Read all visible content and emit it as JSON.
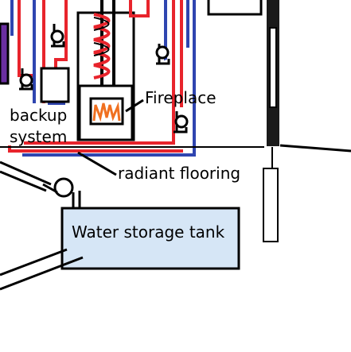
{
  "labels": {
    "fireplace": "Fireplace",
    "backup_line1": "backup",
    "backup_line2": "system",
    "radiant_flooring": "radiant flooring",
    "tank": "Water storage tank"
  },
  "colors": {
    "hot_pipe": "#e8242c",
    "cold_pipe": "#2f45b0",
    "tank_fill": "#d6e6f6",
    "flame": "#f07020",
    "backup_unit": "#6a2fa0"
  }
}
